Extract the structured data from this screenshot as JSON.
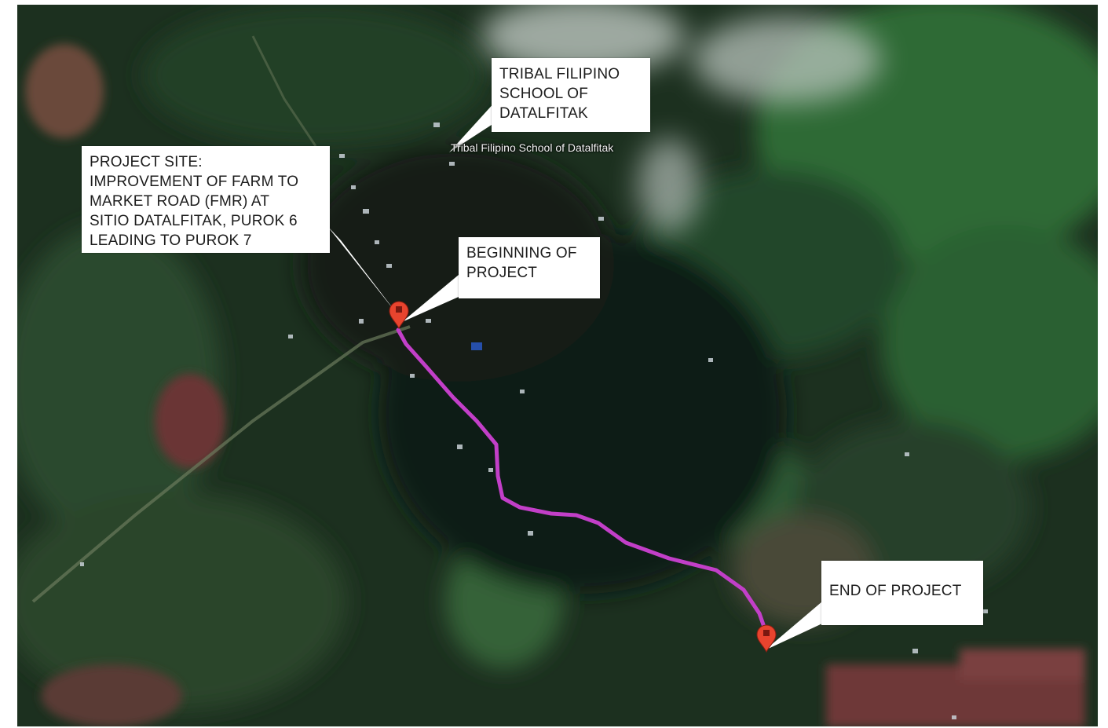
{
  "map": {
    "poi_label": "Tribal Filipino School of Datalfitak",
    "colors": {
      "route": "#c23fc8",
      "marker": "#e8442e",
      "forest_dark": "#162a18",
      "forest_mid": "#2c5230",
      "clearing_red": "#7a3a3a"
    }
  },
  "callouts": {
    "school": {
      "lines": [
        "TRIBAL FILIPINO",
        "SCHOOL OF",
        "DATALFITAK"
      ]
    },
    "project_site": {
      "lines": [
        "PROJECT SITE:",
        "IMPROVEMENT OF FARM TO",
        "MARKET ROAD (FMR) AT",
        "SITIO DATALFITAK, PUROK 6",
        "LEADING TO PUROK 7"
      ]
    },
    "beginning": {
      "lines": [
        "BEGINNING OF",
        "PROJECT"
      ]
    },
    "end": {
      "lines": [
        "END OF PROJECT"
      ]
    }
  },
  "markers": {
    "start": {
      "icon": "map-pin-icon"
    },
    "end": {
      "icon": "map-pin-icon"
    }
  }
}
